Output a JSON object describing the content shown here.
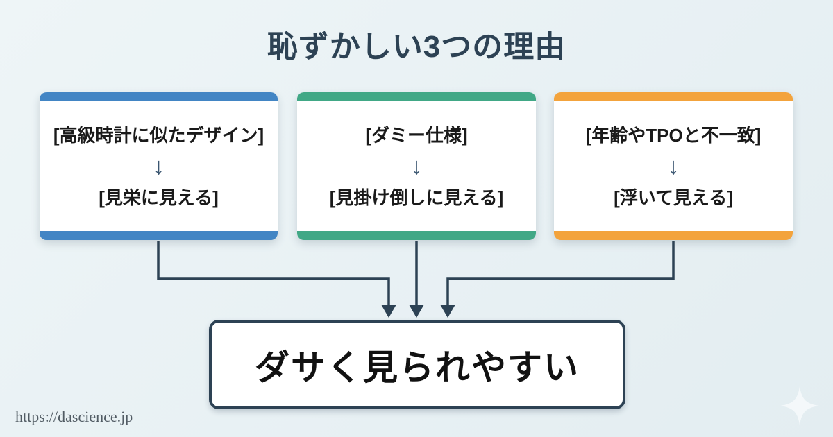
{
  "colors": {
    "background-start": "#eef5f7",
    "background-end": "#e3edf1",
    "navy": "#2d4254",
    "inner-arrow": "#3a5570",
    "card-text": "#1a1a1a",
    "conclusion-text": "#111111",
    "watermark": "#525c64",
    "sparkle": "#f7fbfc"
  },
  "header": {
    "title": "恥ずかしい3つの理由"
  },
  "diagram": {
    "cards": [
      {
        "accent": "#4285c4",
        "cause": "[高級時計に似たデザイン]",
        "arrow": "↓",
        "effect": "[見栄に見える]"
      },
      {
        "accent": "#41a886",
        "cause": "[ダミー仕様]",
        "arrow": "↓",
        "effect": "[見掛け倒しに見える]"
      },
      {
        "accent": "#f3a33c",
        "cause": "[年齢やTPOと不一致]",
        "arrow": "↓",
        "effect": "[浮いて見える]"
      }
    ],
    "conclusion": "ダサく見られやすい"
  },
  "footer": {
    "watermark": "https://dascience.jp"
  }
}
